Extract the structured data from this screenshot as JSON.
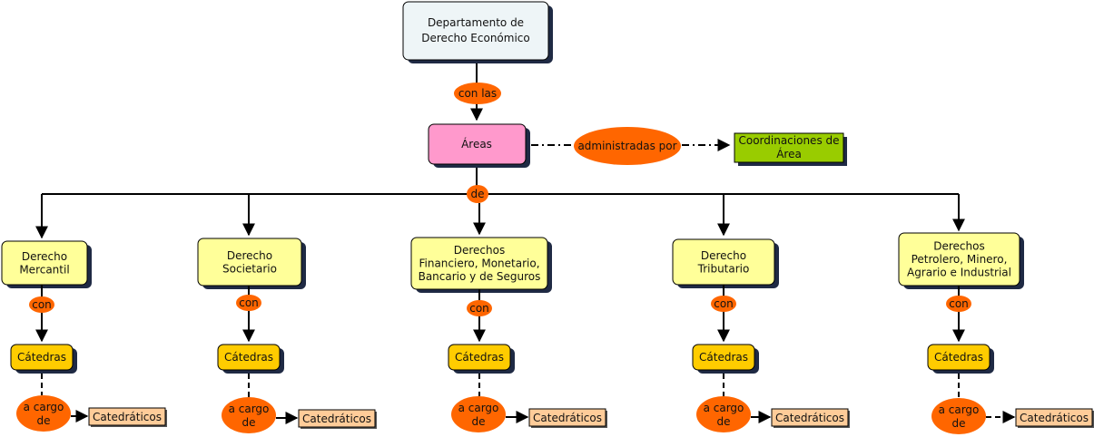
{
  "root": {
    "lines": [
      "Departamento de",
      "Derecho Económico"
    ]
  },
  "conn_root_areas": "con las",
  "areas": {
    "label": "Áreas"
  },
  "conn_admin": "administradas por",
  "coordinaciones": {
    "lines": [
      "Coordinaciones de",
      "Área"
    ]
  },
  "conn_de": "de",
  "branches": [
    {
      "area_lines": [
        "Derecho",
        "Mercantil"
      ],
      "conn_con": "con",
      "catedras": "Cátedras",
      "conn_cargo": [
        "a cargo",
        "de"
      ],
      "catedraticos": "Catedráticos"
    },
    {
      "area_lines": [
        "Derecho",
        "Societario"
      ],
      "conn_con": "con",
      "catedras": "Cátedras",
      "conn_cargo": [
        "a cargo",
        "de"
      ],
      "catedraticos": "Catedráticos"
    },
    {
      "area_lines": [
        "Derechos",
        "Financiero, Monetario,",
        "Bancario y de Seguros"
      ],
      "conn_con": "con",
      "catedras": "Cátedras",
      "conn_cargo": [
        "a cargo",
        "de"
      ],
      "catedraticos": "Catedráticos"
    },
    {
      "area_lines": [
        "Derecho",
        "Tributario"
      ],
      "conn_con": "con",
      "catedras": "Cátedras",
      "conn_cargo": [
        "a cargo",
        "de"
      ],
      "catedraticos": "Catedráticos"
    },
    {
      "area_lines": [
        "Derechos",
        "Petrolero, Minero,",
        "Agrario e Industrial"
      ],
      "conn_con": "con",
      "catedras": "Cátedras",
      "conn_cargo": [
        "a cargo",
        "de"
      ],
      "catedraticos": "Catedráticos"
    }
  ],
  "colors": {
    "root_fill": "#eef5f7",
    "areas_fill": "#ff99cc",
    "coord_fill": "#99cc00",
    "area_box_fill": "#ffff99",
    "catedras_fill": "#ffcc00",
    "catedraticos_fill": "#ffcc99",
    "pill_fill": "#ff6600",
    "shadow": "#1f2a44"
  }
}
